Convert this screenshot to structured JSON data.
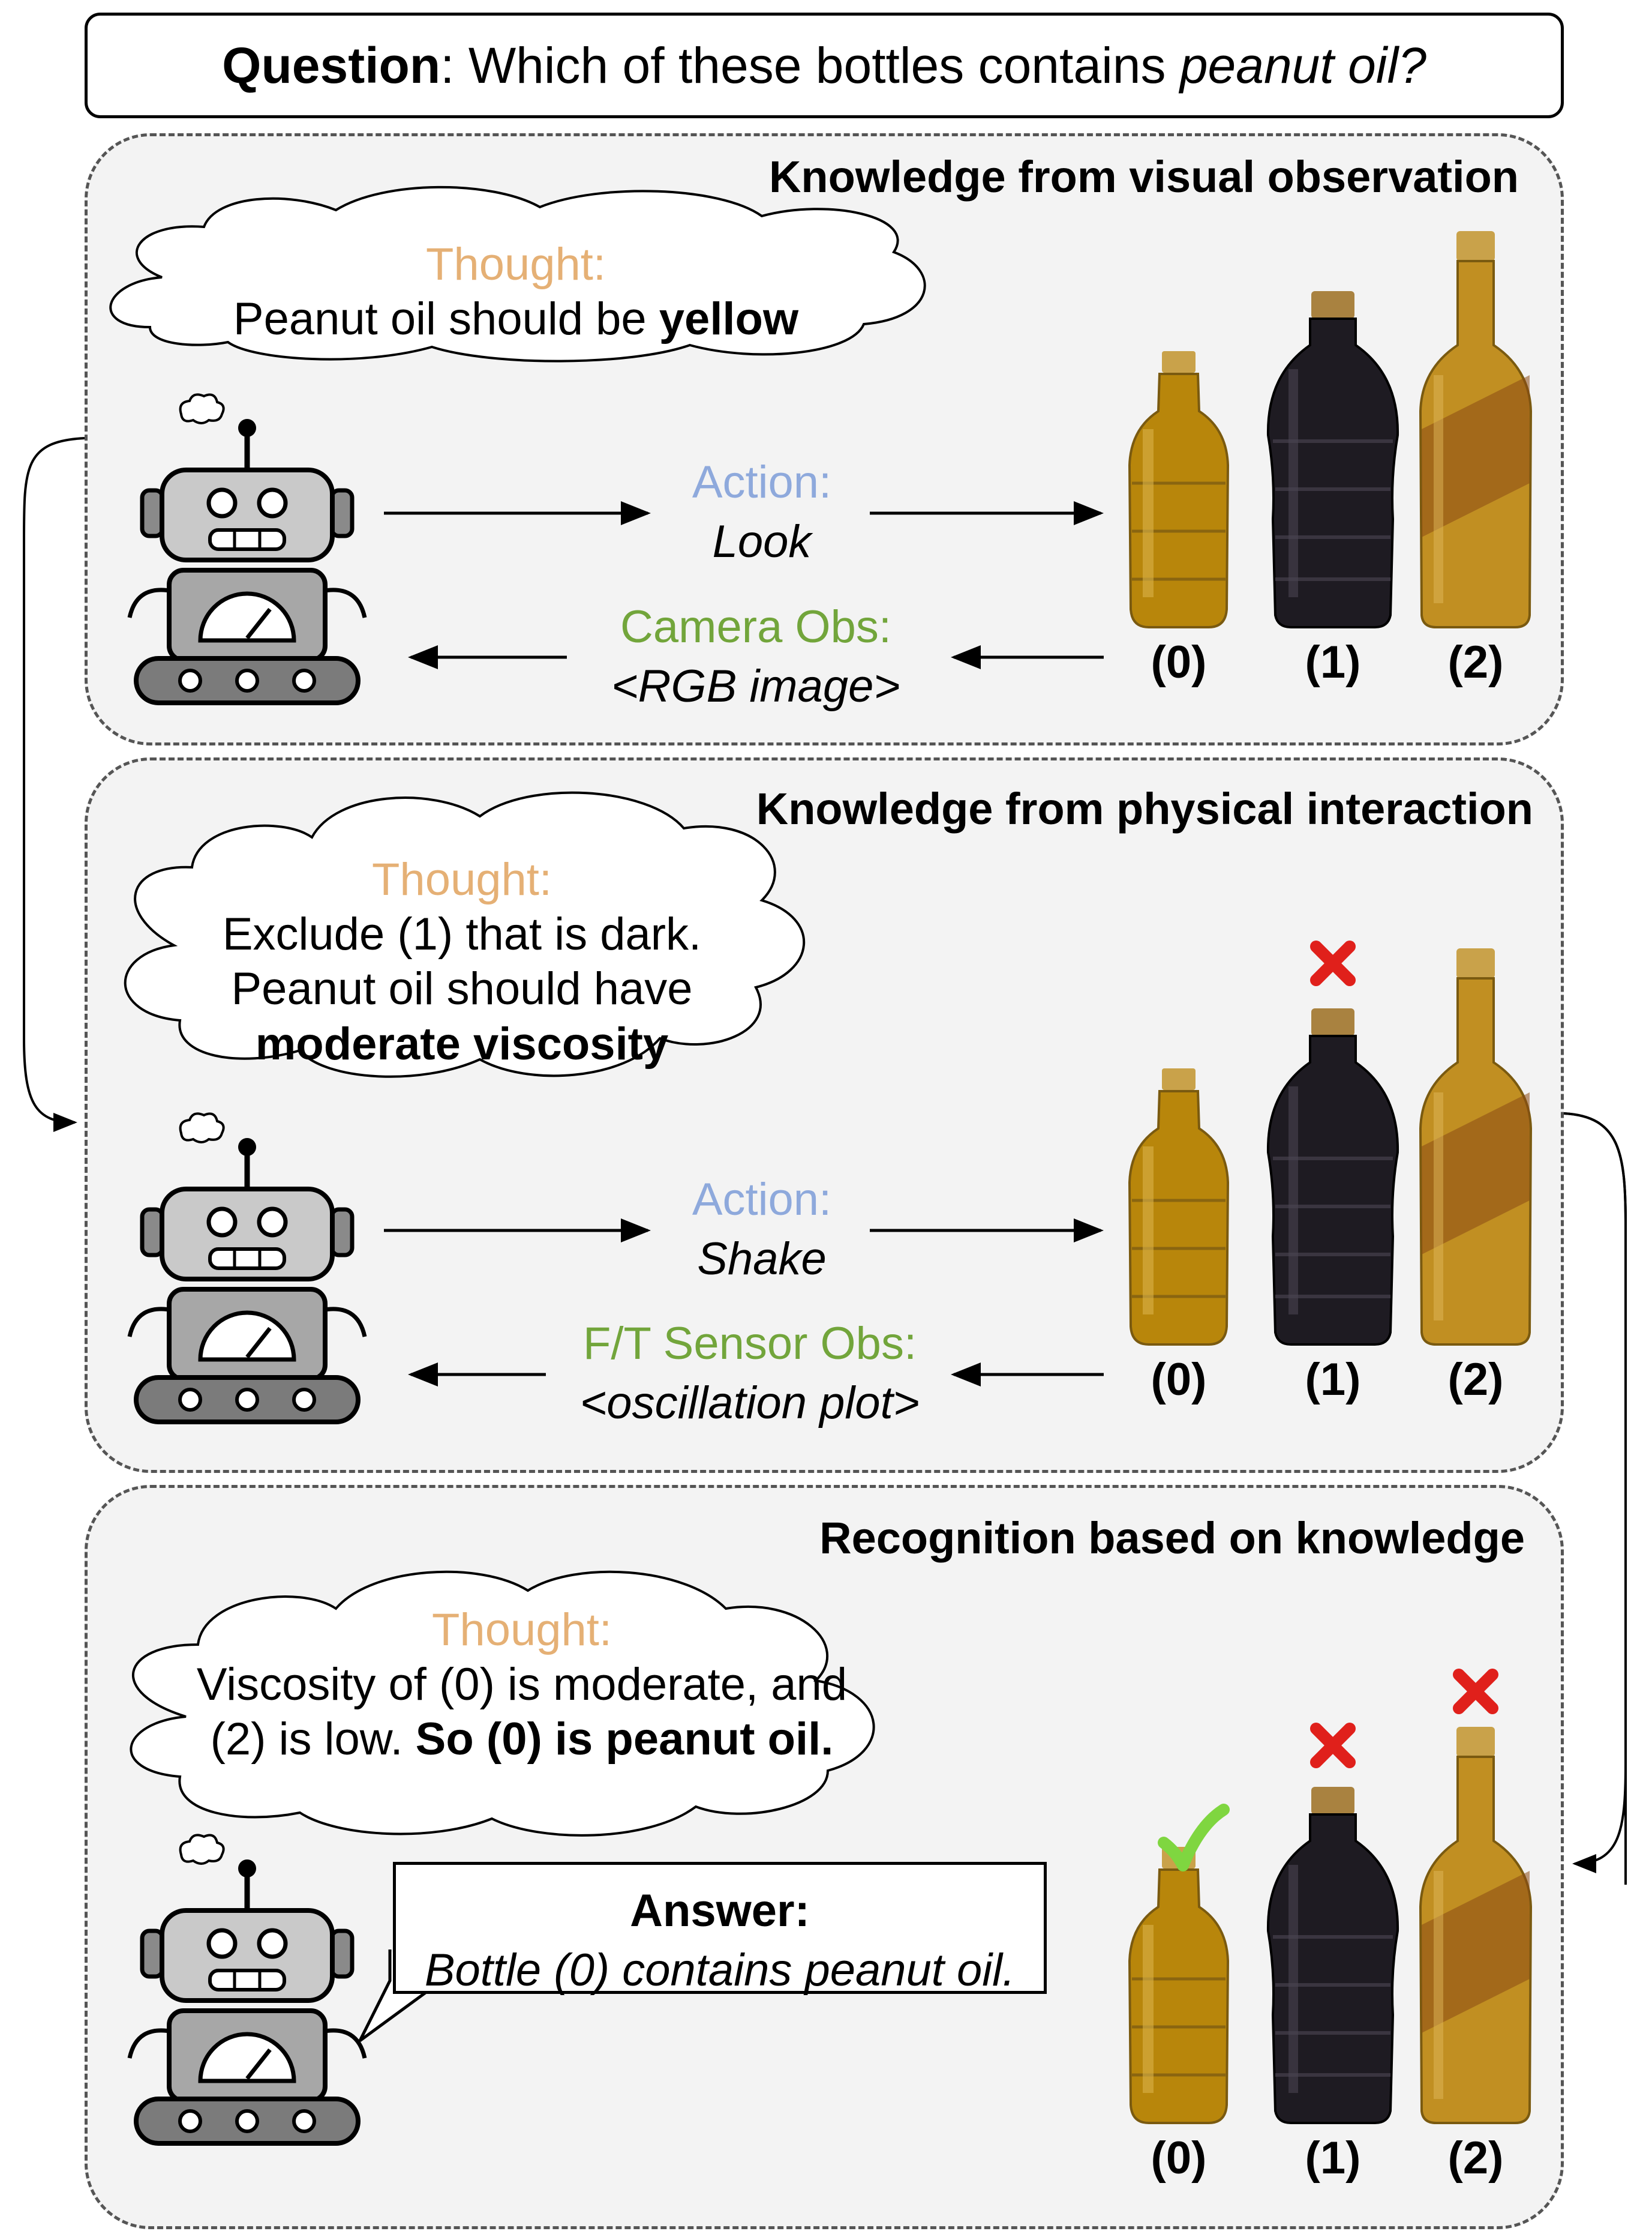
{
  "question": {
    "label": "Question",
    "sep": ": Which of these bottles contains ",
    "emph": "peanut oil?"
  },
  "panel1": {
    "title": "Knowledge from visual observation",
    "thought_label": "Thought:",
    "thought_text": "Peanut oil should be ",
    "thought_bold": "yellow",
    "action_label": "Action:",
    "action_value": "Look",
    "obs_label": "Camera Obs:",
    "obs_value": "<RGB image>",
    "bottle_labels": [
      "(0)",
      "(1)",
      "(2)"
    ]
  },
  "panel2": {
    "title": "Knowledge from physical interaction",
    "thought_label": "Thought:",
    "thought_line1": "Exclude (1) that is dark.",
    "thought_line2": "Peanut oil should have",
    "thought_bold": "moderate viscosity",
    "action_label": "Action:",
    "action_value": "Shake",
    "obs_label": "F/T Sensor Obs:",
    "obs_value": "<oscillation plot>",
    "bottle_labels": [
      "(0)",
      "(1)",
      "(2)"
    ]
  },
  "panel3": {
    "title": "Recognition based on knowledge",
    "thought_label": "Thought:",
    "thought_line1": "Viscosity of (0) is moderate, and",
    "thought_line2a": "(2) is low. ",
    "thought_line2b": "So (0) is peanut oil.",
    "answer_label": "Answer:",
    "answer_text": "Bottle (0) contains peanut oil.",
    "bottle_labels": [
      "(0)",
      "(1)",
      "(2)"
    ]
  },
  "colors": {
    "thought": "#e5b075",
    "action": "#8ea9dc",
    "observation": "#72a53b",
    "cross": "#e0201b",
    "check": "#7fd640",
    "yellow_oil": "#b8860b",
    "dark_oil": "#1e1b22"
  }
}
